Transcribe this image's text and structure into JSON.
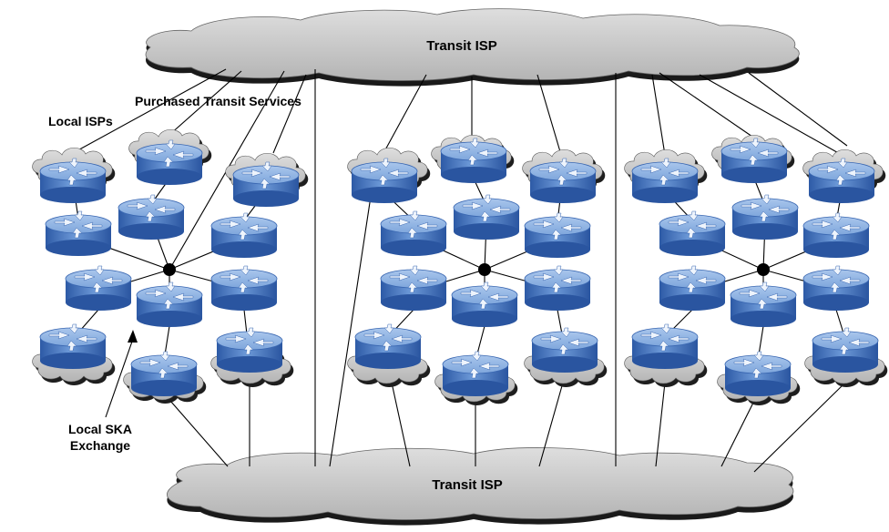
{
  "labels": {
    "transit_top": "Transit ISP",
    "transit_bottom": "Transit ISP",
    "purchased": "Purchased Transit Services",
    "local_isps": "Local ISPs",
    "ska_line1": "Local SKA",
    "ska_line2": "Exchange"
  },
  "colors": {
    "cloud_fill": "#c8c8c8",
    "cloud_shadow": "#1a1a1a",
    "router_top": "#8fb4e2",
    "router_side": "#3a6fc0",
    "router_arrow": "#e8f0fb",
    "line": "#000000"
  },
  "icons": {
    "router": "router-icon",
    "cloud": "cloud-icon",
    "hub": "exchange-hub-icon"
  },
  "regions": [
    {
      "id": "left"
    },
    {
      "id": "middle"
    },
    {
      "id": "right"
    }
  ]
}
